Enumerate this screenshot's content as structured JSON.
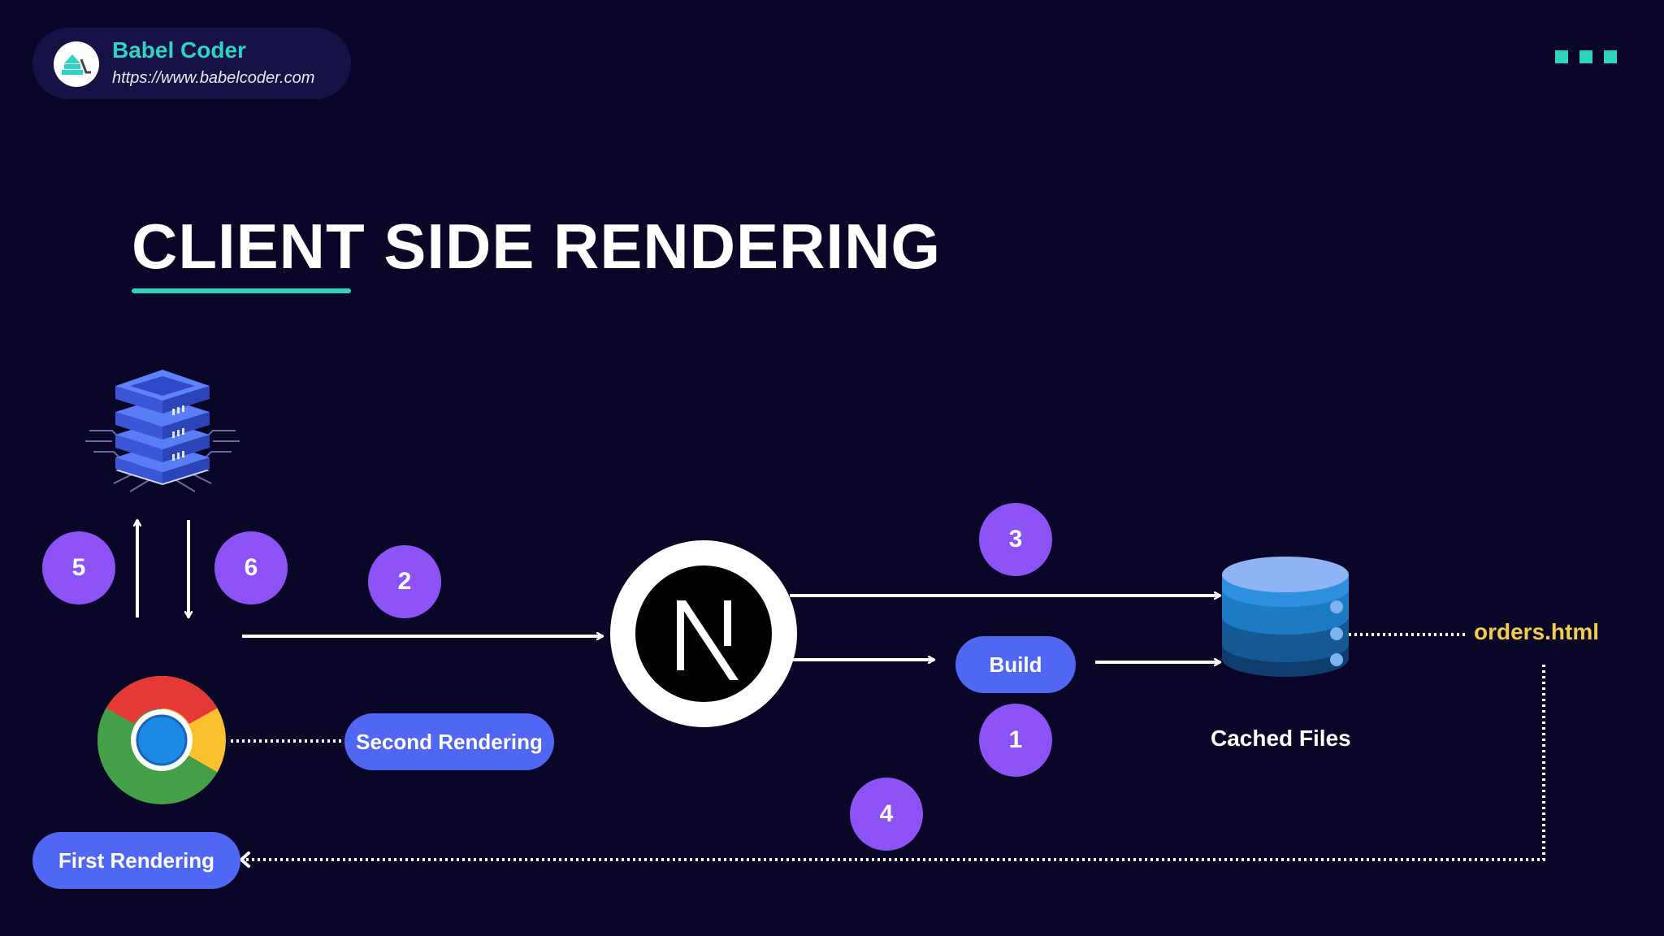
{
  "brand": {
    "name": "Babel Coder",
    "url": "https://www.babelcoder.com"
  },
  "title": "CLIENT SIDE RENDERING",
  "diagram": {
    "steps": [
      "1",
      "2",
      "3",
      "4",
      "5",
      "6"
    ],
    "nodes": {
      "server": "server-icon",
      "browser": "chrome-browser-icon",
      "nextjs": {
        "icon": "nextjs-logo-icon",
        "glyph": "N"
      },
      "cache": "database-icon"
    },
    "labels": {
      "build": "Build",
      "cached_files": "Cached Files",
      "file": "orders.html",
      "first_rendering": "First Rendering",
      "second_rendering": "Second Rendering"
    }
  },
  "colors": {
    "background": "#0a0627",
    "accent_teal": "#2ed3c2",
    "step_purple": "#8c52f5",
    "pill_blue": "#4f67f2",
    "file_yellow": "#f5cc4a"
  }
}
